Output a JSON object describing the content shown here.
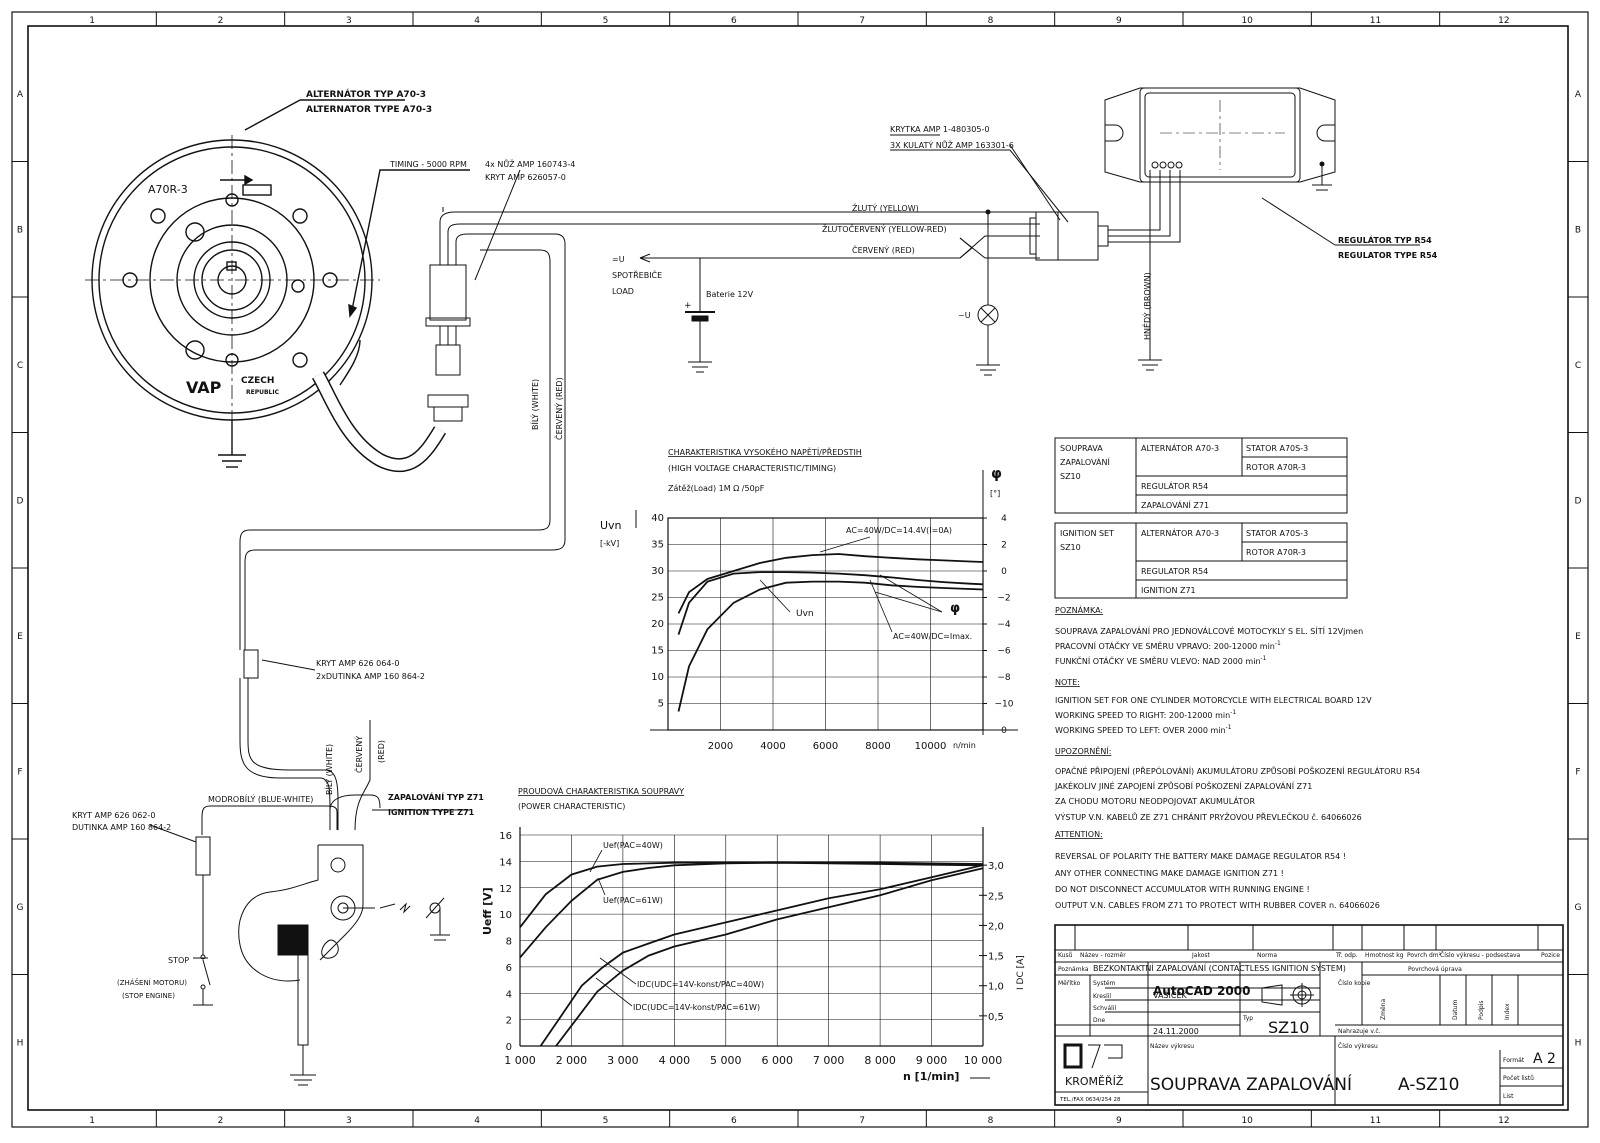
{
  "grid": {
    "cols": [
      "1",
      "2",
      "3",
      "4",
      "5",
      "6",
      "7",
      "8",
      "9",
      "10",
      "11",
      "12"
    ],
    "rows": [
      "A",
      "B",
      "C",
      "D",
      "E",
      "F",
      "G",
      "H"
    ]
  },
  "alternator": {
    "title_cz": "ALTERNÁTOR TYP A70-3",
    "title_en": "ALTERNATOR TYPE A70-3",
    "rotor_label": "A70R-3",
    "timing": "TIMING - 5000 RPM",
    "brand": "CZECH",
    "brand_sub": "REPUBLIC"
  },
  "connector1": {
    "line1": "4x NŮŽ AMP 160743-4",
    "line2": "KRYT AMP 626057-0"
  },
  "regulator_connector": {
    "line1": "KRYTKA AMP 1-480305-0",
    "line2": "3X KULATÝ NŮŽ AMP 163301-6"
  },
  "regulator": {
    "line1": "REGULÁTOR TYP R54",
    "line2": "REGULATOR TYPE R54",
    "wire": "HNĚDÝ (BROWN)"
  },
  "wires": {
    "yellow": "ŽLUTÝ (YELLOW)",
    "yellow_red": "ŽLUTOČERVENÝ (YELLOW-RED)",
    "red": "ČERVENÝ (RED)",
    "white": "BÍLÝ (WHITE)",
    "red_v": "ČERVENÝ (RED)",
    "white2": "BÍLÝ (WHITE)",
    "red2": "ČERVENÝ",
    "red2b": "(RED)",
    "blue_white": "MODROBÍLÝ (BLUE-WHITE)"
  },
  "load": {
    "u": "=U",
    "l1": "SPOTŘEBIČE",
    "l2": "LOAD",
    "battery": "Baterie 12V",
    "plus": "+",
    "ac": "~U"
  },
  "connector2": {
    "line1": "KRYT AMP 626 064-0",
    "line2": "2xDUTINKA AMP 160 864-2"
  },
  "connector3": {
    "line1": "KRYT AMP 626 062-0",
    "line2": "DUTINKA AMP 160 864-2"
  },
  "ignition": {
    "title_cz": "ZAPALOVÁNÍ TYP Z71",
    "title_en": "IGNITION TYPE Z71"
  },
  "stop": {
    "label": "STOP",
    "l1": "(ZHÁŠENÍ MOTORU)",
    "l2": "(STOP ENGINE)"
  },
  "chart1": {
    "title1": "CHARAKTERISTIKA VYSOKÉHO NAPĚTÍ/PŘEDSTIH",
    "title2": "(HIGH VOLTAGE CHARACTERISTIC/TIMING)",
    "title3": "Zátěž(Load) 1M Ω /50pF",
    "ylabel": "Uvn",
    "yunit": "[-kV]",
    "y2label": "φ",
    "y2unit": "[°]",
    "xunit": "n/min",
    "ann1": "AC=40W/DC=14.4V(I=0A)",
    "ann2": "Uvn",
    "ann3": "φ",
    "ann4": "AC=40W/DC=Imax."
  },
  "chart2": {
    "title1": "PROUDOVÁ CHARAKTERISTIKA SOUPRAVY",
    "title2": "(POWER CHARACTERISTIC)",
    "ylabel": "Ueff [V]",
    "y2label": "I DC [A]",
    "xlabel": "n [1/min]",
    "ann1": "Uef(PAC=40W)",
    "ann2": "Uef(PAC=61W)",
    "ann3": "IDC(UDC=14V-konst/PAC=40W)",
    "ann4": "IDC(UDC=14V-konst/PAC=61W)"
  },
  "chart_data": [
    {
      "type": "line",
      "title": "CHARAKTERISTIKA VYSOKÉHO NAPĚTÍ/PŘEDSTIH",
      "xlabel": "n/min",
      "ylabel": "Uvn [-kV]",
      "y2label": "φ [°]",
      "xlim": [
        0,
        12000
      ],
      "ylim": [
        0,
        40
      ],
      "y2lim": [
        -12,
        4
      ],
      "xticks": [
        2000,
        4000,
        6000,
        8000,
        10000
      ],
      "yticks": [
        5,
        10,
        15,
        20,
        25,
        30,
        35,
        40
      ],
      "y2ticks": [
        "4",
        "2",
        "0",
        "−2",
        "−4",
        "−6",
        "−8",
        "−10"
      ],
      "series": [
        {
          "name": "AC=40W/DC=14.4V(I=0A)",
          "x": [
            400,
            800,
            1500,
            2500,
            3500,
            4500,
            5500,
            6500,
            7500,
            8500,
            9500,
            10500,
            11500,
            12000
          ],
          "y": [
            22,
            26,
            28.5,
            30,
            31.5,
            32.5,
            33,
            33.2,
            32.8,
            32.5,
            32.2,
            32,
            31.8,
            31.7
          ]
        },
        {
          "name": "φ",
          "x": [
            400,
            800,
            1500,
            2500,
            3500,
            4500,
            5500,
            6500,
            7500,
            8500,
            9500,
            10500,
            11500,
            12000
          ],
          "y": [
            18,
            24,
            28,
            29.5,
            29.8,
            29.8,
            29.7,
            29.5,
            29.2,
            28.8,
            28.3,
            27.9,
            27.6,
            27.5
          ]
        },
        {
          "name": "AC=40W/DC=Imax.",
          "x": [
            400,
            800,
            1500,
            2500,
            3500,
            4500,
            5500,
            6500,
            7500,
            8500,
            9500,
            10500,
            11500,
            12000
          ],
          "y": [
            3.5,
            12,
            19,
            24,
            26.5,
            27.8,
            28,
            28,
            27.8,
            27.3,
            27,
            26.8,
            26.6,
            26.5
          ]
        }
      ]
    },
    {
      "type": "line",
      "title": "PROUDOVÁ CHARAKTERISTIKA SOUPRAVY",
      "xlabel": "n [1/min]",
      "ylabel": "Ueff [V]",
      "y2label": "I DC [A]",
      "xlim": [
        1000,
        10000
      ],
      "ylim": [
        0,
        16
      ],
      "y2lim": [
        0,
        3.5
      ],
      "xticks": [
        "1 000",
        "2 000",
        "3 000",
        "4 000",
        "5 000",
        "6 000",
        "7 000",
        "8 000",
        "9 000",
        "10 000"
      ],
      "yticks": [
        0,
        2,
        4,
        6,
        8,
        10,
        12,
        14,
        16
      ],
      "y2ticks": [
        "0,5",
        "1,0",
        "1,5",
        "2,0",
        "2,5",
        "3,0"
      ],
      "series": [
        {
          "name": "Uef(PAC=40W)",
          "x": [
            1000,
            1500,
            2000,
            2500,
            3000,
            3500,
            4000,
            5000,
            6000,
            7000,
            8000,
            9000,
            10000
          ],
          "y": [
            9,
            11.5,
            13,
            13.6,
            13.8,
            13.85,
            13.9,
            13.9,
            13.9,
            13.9,
            13.9,
            13.85,
            13.8
          ]
        },
        {
          "name": "Uef(PAC=61W)",
          "x": [
            1000,
            1500,
            2000,
            2500,
            3000,
            3500,
            4000,
            5000,
            6000,
            7000,
            8000,
            9000,
            10000
          ],
          "y": [
            6.7,
            9,
            11,
            12.6,
            13.2,
            13.5,
            13.7,
            13.85,
            13.9,
            13.85,
            13.8,
            13.75,
            13.7
          ]
        },
        {
          "name": "IDC(UDC=14V-konst/PAC=40W)",
          "x": [
            1400,
            1800,
            2200,
            2600,
            3000,
            3500,
            4000,
            5000,
            6000,
            7000,
            8000,
            9000,
            10000
          ],
          "y": [
            0,
            0.5,
            1.0,
            1.3,
            1.55,
            1.7,
            1.85,
            2.05,
            2.25,
            2.45,
            2.6,
            2.8,
            3.0
          ]
        },
        {
          "name": "IDC(UDC=14V-konst/PAC=61W)",
          "x": [
            1700,
            2100,
            2500,
            3000,
            3500,
            4000,
            5000,
            6000,
            7000,
            8000,
            9000,
            10000
          ],
          "y": [
            0,
            0.45,
            0.9,
            1.25,
            1.5,
            1.65,
            1.85,
            2.1,
            2.3,
            2.5,
            2.75,
            2.95
          ]
        }
      ]
    }
  ],
  "table_cz": {
    "c1": [
      "SOUPRAVA",
      "ZAPALOVÁNÍ",
      "SZ10"
    ],
    "alt": "ALTERNÁTOR A70-3",
    "stator": "STATOR A70S-3",
    "rotor": "ROTOR A70R-3",
    "reg": "REGULÁTOR R54",
    "ign": "ZAPALOVÁNÍ Z71"
  },
  "table_en": {
    "c1": [
      "IGNITION SET",
      "SZ10"
    ],
    "alt": "ALTERNÁTOR A70-3",
    "stator": "STATOR A70S-3",
    "rotor": "ROTOR A70R-3",
    "reg": "REGULATOR R54",
    "ign": "IGNITION Z71"
  },
  "notes": {
    "poznamka_h": "POZNÁMKA:",
    "poznamka": [
      "SOUPRAVA ZAPALOVÁNÍ PRO JEDNOVÁLCOVÉ MOTOCYKLY S EL. SÍTÍ 12Vjmen",
      "PRACOVNÍ OTÁČKY VE SMĚRU VPRAVO: 200-12000 min",
      "FUNKČNÍ OTÁČKY VE SMĚRU VLEVO: NAD 2000 min"
    ],
    "note_h": "NOTE:",
    "note": [
      "IGNITION SET FOR ONE CYLINDER MOTORCYCLE WITH ELECTRICAL BOARD 12V",
      "WORKING SPEED TO RIGHT: 200-12000 min",
      "WORKING SPEED TO LEFT: OVER 2000 min"
    ],
    "sup": "-1",
    "upoz_h": "UPOZORNĚNÍ:",
    "upoz": [
      "OPAČNÉ PŘIPOJENÍ (PŘEPÓLOVÁNÍ) AKUMULÁTORU ZPŮSOBÍ POŠKOZENÍ REGULÁTORU R54",
      "JAKÉKOLIV JINÉ ZAPOJENÍ ZPŮSOBÍ POŠKOZENÍ ZAPALOVÁNÍ Z71",
      "ZA CHODU MOTORU NEODPOJOVAT AKUMULÁTOR",
      "VÝSTUP V.N. KABELŮ ZE Z71 CHRÁNIT PRYŽOVOU PŘEVLEČKOU č. 64066026"
    ],
    "att_h": "ATTENTION:",
    "att": [
      "REVERSAL OF POLARITY THE BATTERY MAKE DAMAGE REGULATOR R54 !",
      "ANY OTHER CONNECTING MAKE DAMAGE IGNITION Z71 !",
      "DO NOT DISCONNECT ACCUMULATOR WITH RUNNING ENGINE !",
      "OUTPUT V.N. CABLES FROM Z71 TO PROTECT WITH RUBBER COVER n. 64066026"
    ]
  },
  "titleblock": {
    "hdr": [
      "Kusů",
      "Název - rozměr",
      "Jakost",
      "Norma",
      "Tř. odp.",
      "Hmotnost kg",
      "Povrch dm²",
      "Číslo výkresu - podsestava",
      "Pozice"
    ],
    "poznamka_label": "Poznámka",
    "poznamka": "BEZKONTAKTNÍ ZAPALOVÁNÍ (CONTACTLESS IGNITION SYSTEM)",
    "povrchova": "Povrchová úprava",
    "meritko": "Měřítko",
    "system_l": "Systém",
    "system": "AutoCAD 2000",
    "kreslil_l": "Kreslil",
    "kreslil": "VAŠÍČEK",
    "schvalil_l": "Schválil",
    "dne_l": "Dne",
    "dne": "24.11.2000",
    "typ_l": "Typ",
    "typ": "SZ10",
    "cislo_kopie": "Číslo kopie",
    "zmena": "Změna",
    "datum": "Datum",
    "podpis": "Podpis",
    "index": "Index",
    "nahrazuje": "Nahrazuje v.č.",
    "cislo_vykresu_l": "Číslo výkresu",
    "nazev_l": "Název výkresu",
    "nazev": "SOUPRAVA ZAPALOVÁNÍ",
    "cislo_vykresu": "A-SZ10",
    "format_l": "Formát",
    "format": "A 2",
    "pocet_l": "Počet listů",
    "list_l": "List",
    "logo": "VAP",
    "city": "KROMĚŘÍŽ",
    "tel": "TEL./FAX 0634/254 28"
  },
  "colors": {
    "ink": "#111111",
    "paper": "#ffffff"
  }
}
